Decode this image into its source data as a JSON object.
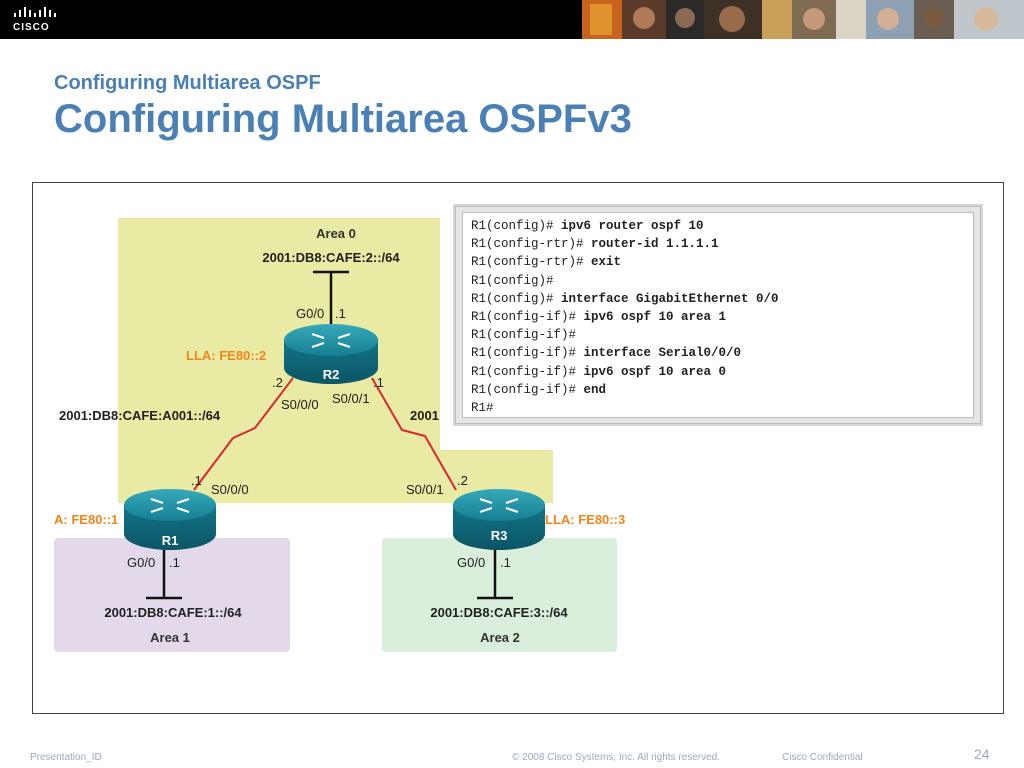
{
  "header": {
    "brand": "CISCO",
    "subtitle": "Configuring Multiarea OSPF",
    "title": "Configuring Multiarea OSPFv3"
  },
  "areas": {
    "area0": {
      "name": "Area 0",
      "network": "2001:DB8:CAFE:2::/64"
    },
    "area1": {
      "name": "Area 1",
      "network": "2001:DB8:CAFE:1::/64"
    },
    "area2": {
      "name": "Area 2",
      "network": "2001:DB8:CAFE:3::/64"
    }
  },
  "routers": {
    "r1": {
      "name": "R1",
      "lla": "A: FE80::1",
      "lan_if": "G0/0",
      "lan_addr": ".1",
      "wan_if": "S0/0/0",
      "wan_addr": ".1"
    },
    "r2": {
      "name": "R2",
      "lla": "LLA: FE80::2",
      "lan_if": "G0/0",
      "lan_addr": ".1",
      "left_if": "S0/0/0",
      "left_addr": ".2",
      "right_if": "S0/0/1",
      "right_addr": ".1"
    },
    "r3": {
      "name": "R3",
      "lla": "LLA: FE80::3",
      "lan_if": "G0/0",
      "lan_addr": ".1",
      "wan_if": "S0/0/1",
      "wan_addr": ".2"
    }
  },
  "links": {
    "r1_r2": "2001:DB8:CAFE:A001::/64",
    "r2_r3_partial": "2001"
  },
  "cli": [
    {
      "prompt": "R1(config)# ",
      "command": "ipv6 router ospf 10"
    },
    {
      "prompt": "R1(config-rtr)# ",
      "command": "router-id 1.1.1.1"
    },
    {
      "prompt": "R1(config-rtr)# ",
      "command": "exit"
    },
    {
      "prompt": "R1(config)#",
      "command": ""
    },
    {
      "prompt": "R1(config)# ",
      "command": "interface GigabitEthernet 0/0"
    },
    {
      "prompt": "R1(config-if)# ",
      "command": "ipv6 ospf 10 area 1"
    },
    {
      "prompt": "R1(config-if)#",
      "command": ""
    },
    {
      "prompt": "R1(config-if)# ",
      "command": "interface Serial0/0/0"
    },
    {
      "prompt": "R1(config-if)# ",
      "command": "ipv6 ospf 10 area 0"
    },
    {
      "prompt": "R1(config-if)# ",
      "command": "end"
    },
    {
      "prompt": "R1#",
      "command": ""
    }
  ],
  "footer": {
    "presentation_id": "Presentation_ID",
    "copyright": "© 2008 Cisco Systems, Inc. All rights reserved.",
    "confidential": "Cisco Confidential",
    "page": "24"
  },
  "colors": {
    "title_blue": "#4a80b3",
    "area0_fill": "#e9eaa3",
    "area1_fill": "#e4d9ea",
    "area2_fill": "#d9eedb",
    "lla_orange": "#f0851e",
    "serial_red": "#d7282f",
    "router_teal": "#0e7d90"
  }
}
